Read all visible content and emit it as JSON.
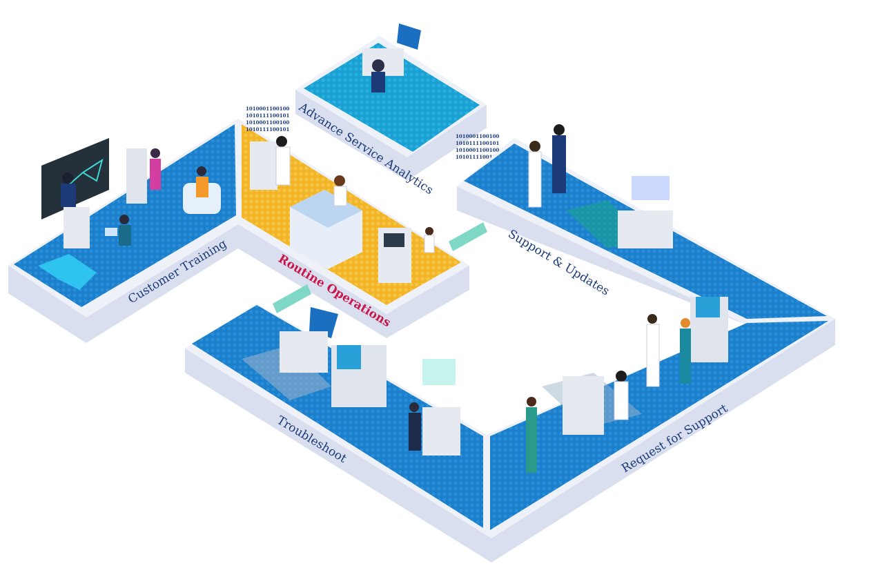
{
  "zones": [
    {
      "id": "advance-service-analytics",
      "label": "Advance Service Analytics"
    },
    {
      "id": "customer-training",
      "label": "Customer Training"
    },
    {
      "id": "routine-operations",
      "label": "Routine Operations"
    },
    {
      "id": "support-updates",
      "label": "Support & Updates"
    },
    {
      "id": "troubleshoot",
      "label": "Troubleshoot"
    },
    {
      "id": "request-for-support",
      "label": "Request for Support"
    }
  ],
  "binary_streams": [
    [
      "1010001100100",
      "1010111100101",
      "1010001100100",
      "1010111100101"
    ],
    [
      "1010001100100",
      "1010111100101",
      "1010001100100",
      "1010111100101"
    ]
  ],
  "colors": {
    "floor_blue": "#1b7fcc",
    "floor_cyan": "#1aa6d6",
    "floor_yellow": "#f2b527",
    "base_white": "#eef1f8",
    "base_side": "#d9dfee",
    "label_navy": "#1d3a78",
    "label_highlight": "#c8174a"
  }
}
